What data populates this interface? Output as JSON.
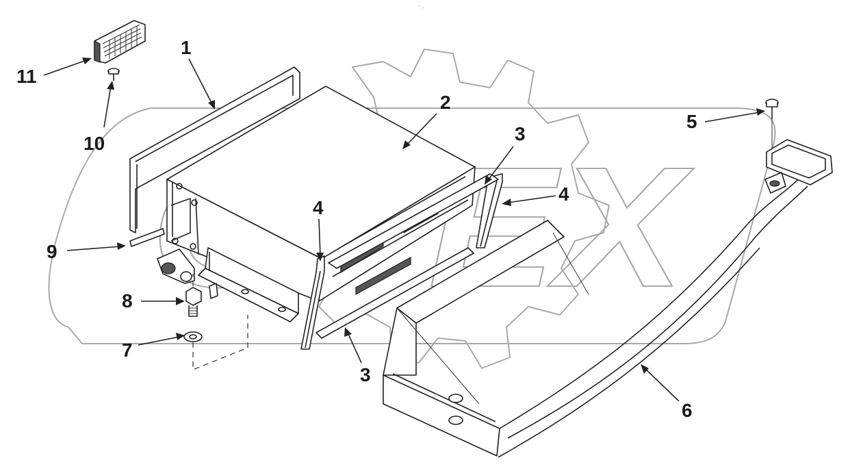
{
  "header": {
    "tiny_mark": "\" ..."
  },
  "watermark": {
    "text": "OPEX",
    "logo": "gear-logo"
  },
  "callouts": [
    {
      "label": "1"
    },
    {
      "label": "2"
    },
    {
      "label": "3"
    },
    {
      "label": "3"
    },
    {
      "label": "4"
    },
    {
      "label": "4"
    },
    {
      "label": "5"
    },
    {
      "label": "6"
    },
    {
      "label": "7"
    },
    {
      "label": "8"
    },
    {
      "label": "9"
    },
    {
      "label": "10"
    },
    {
      "label": "11"
    }
  ],
  "colors": {
    "line": "#222222",
    "watermark": "#a9a9a9",
    "background": "#ffffff"
  }
}
